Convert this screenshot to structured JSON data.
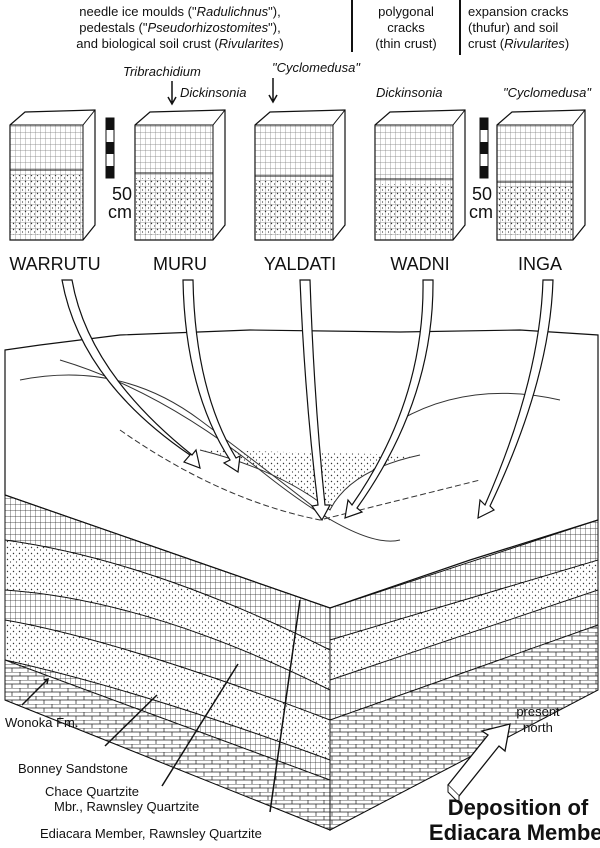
{
  "top_captions": {
    "left": [
      [
        {
          "t": "needle ice moulds (\""
        },
        {
          "t": "Radulichnus",
          "i": true
        },
        {
          "t": "\"),"
        }
      ],
      [
        {
          "t": "pedestals (\""
        },
        {
          "t": "Pseudorhizostomites",
          "i": true
        },
        {
          "t": "\"),"
        }
      ],
      [
        {
          "t": "and biological soil crust ("
        },
        {
          "t": "Rivularites",
          "i": true
        },
        {
          "t": ")"
        }
      ]
    ],
    "middle": [
      "polygonal",
      "cracks",
      "(thin crust)"
    ],
    "right": [
      [
        {
          "t": "expansion cracks"
        }
      ],
      [
        {
          "t": "(thufur) and soil"
        }
      ],
      [
        {
          "t": "crust ("
        },
        {
          "t": "Rivularites",
          "i": true
        },
        {
          "t": ")"
        }
      ]
    ]
  },
  "fossil_labels": [
    "Tribrachidium",
    "Dickinsonia",
    "\"Cyclomedusa\"",
    "Dickinsonia",
    "\"Cyclomedusa\""
  ],
  "scale_bars": [
    {
      "value": "50",
      "unit": "cm"
    },
    {
      "value": "50",
      "unit": "cm"
    }
  ],
  "sites": [
    "WARRUTU",
    "MURU",
    "YALDATI",
    "WADNI",
    "INGA"
  ],
  "formation_labels": [
    "Wonoka Fm.",
    "Bonney Sandstone",
    "Chace Quartzite",
    "Mbr., Rawnsley Quartzite",
    "Ediacara Member, Rawnsley Quartzite"
  ],
  "north_label": [
    "present",
    "north"
  ],
  "title": [
    "Deposition of",
    "Ediacara Member"
  ]
}
